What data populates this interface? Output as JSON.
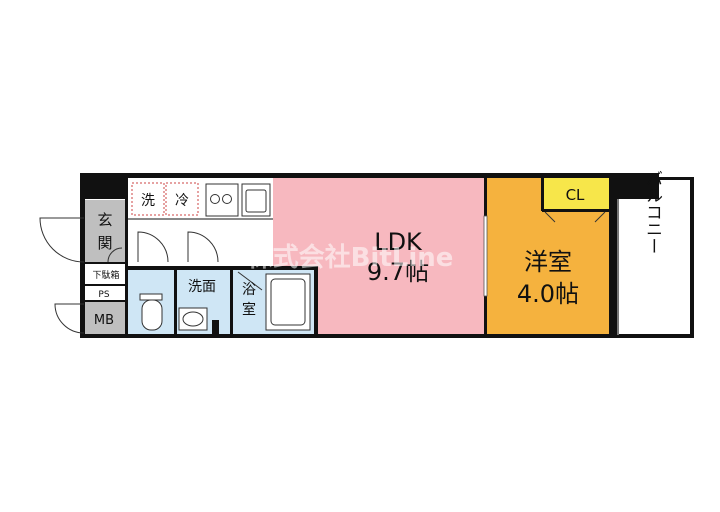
{
  "rooms": {
    "entrance": "玄関",
    "shoe_box": "下駄箱",
    "ps": "PS",
    "mb": "MB",
    "washer": "洗",
    "fridge": "冷",
    "washroom": "洗面",
    "bath": "浴室",
    "ldk_name": "LDK",
    "ldk_size": "9.7帖",
    "western_name": "洋室",
    "western_size": "4.0帖",
    "closet": "CL",
    "balcony": "バルコニー"
  },
  "watermark": "株式会社BitLine",
  "colors": {
    "wall": "#111111",
    "ldk": "#f7b8bf",
    "western": "#f5b23e",
    "closet": "#f7e64a",
    "wet_area": "#cfe6f5",
    "gray_room": "#bfbfbf"
  }
}
